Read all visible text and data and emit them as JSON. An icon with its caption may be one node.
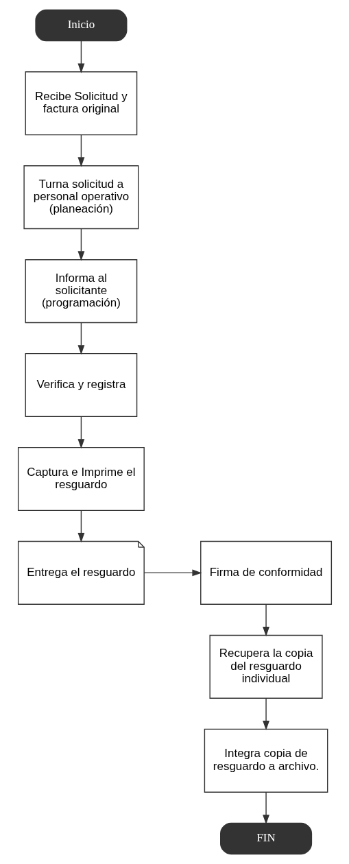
{
  "diagram": {
    "nodes": [
      {
        "text": [
          "Inicio"
        ]
      },
      {
        "text": [
          "Recibe Solicitud y factura original"
        ]
      },
      {
        "text": [
          "Turna solicitud a personal operativo (planeación)"
        ]
      },
      {
        "text": [
          "Informa al solicitante (programación)"
        ]
      },
      {
        "text": [
          "Verifica y registra"
        ]
      },
      {
        "text": [
          "Captura e Imprime el resguardo"
        ]
      },
      {
        "text": [
          "Entrega el resguardo"
        ]
      },
      {
        "text": [
          "Firma de conformidad"
        ]
      },
      {
        "text": [
          "Recupera la copia del resguardo individual"
        ]
      },
      {
        "text": [
          "Integra copia de resguardo a archivo."
        ]
      },
      {
        "text": [
          "FIN"
        ]
      }
    ],
    "edges": [
      {
        "from": 0,
        "to": 1,
        "arrow": "to"
      },
      {
        "from": 1,
        "to": 2,
        "arrow": "to"
      },
      {
        "from": 2,
        "to": 3,
        "arrow": "to"
      },
      {
        "from": 3,
        "to": 4,
        "arrow": "to"
      },
      {
        "from": 4,
        "to": 5,
        "arrow": "to"
      },
      {
        "from": 5,
        "to": 6,
        "arrow": "to"
      },
      {
        "from": 6,
        "to": 7,
        "arrow": "to"
      },
      {
        "from": 7,
        "to": 8,
        "arrow": "to"
      },
      {
        "from": 8,
        "to": 9,
        "arrow": "to"
      },
      {
        "from": 9,
        "to": 10,
        "arrow": "to"
      }
    ]
  }
}
